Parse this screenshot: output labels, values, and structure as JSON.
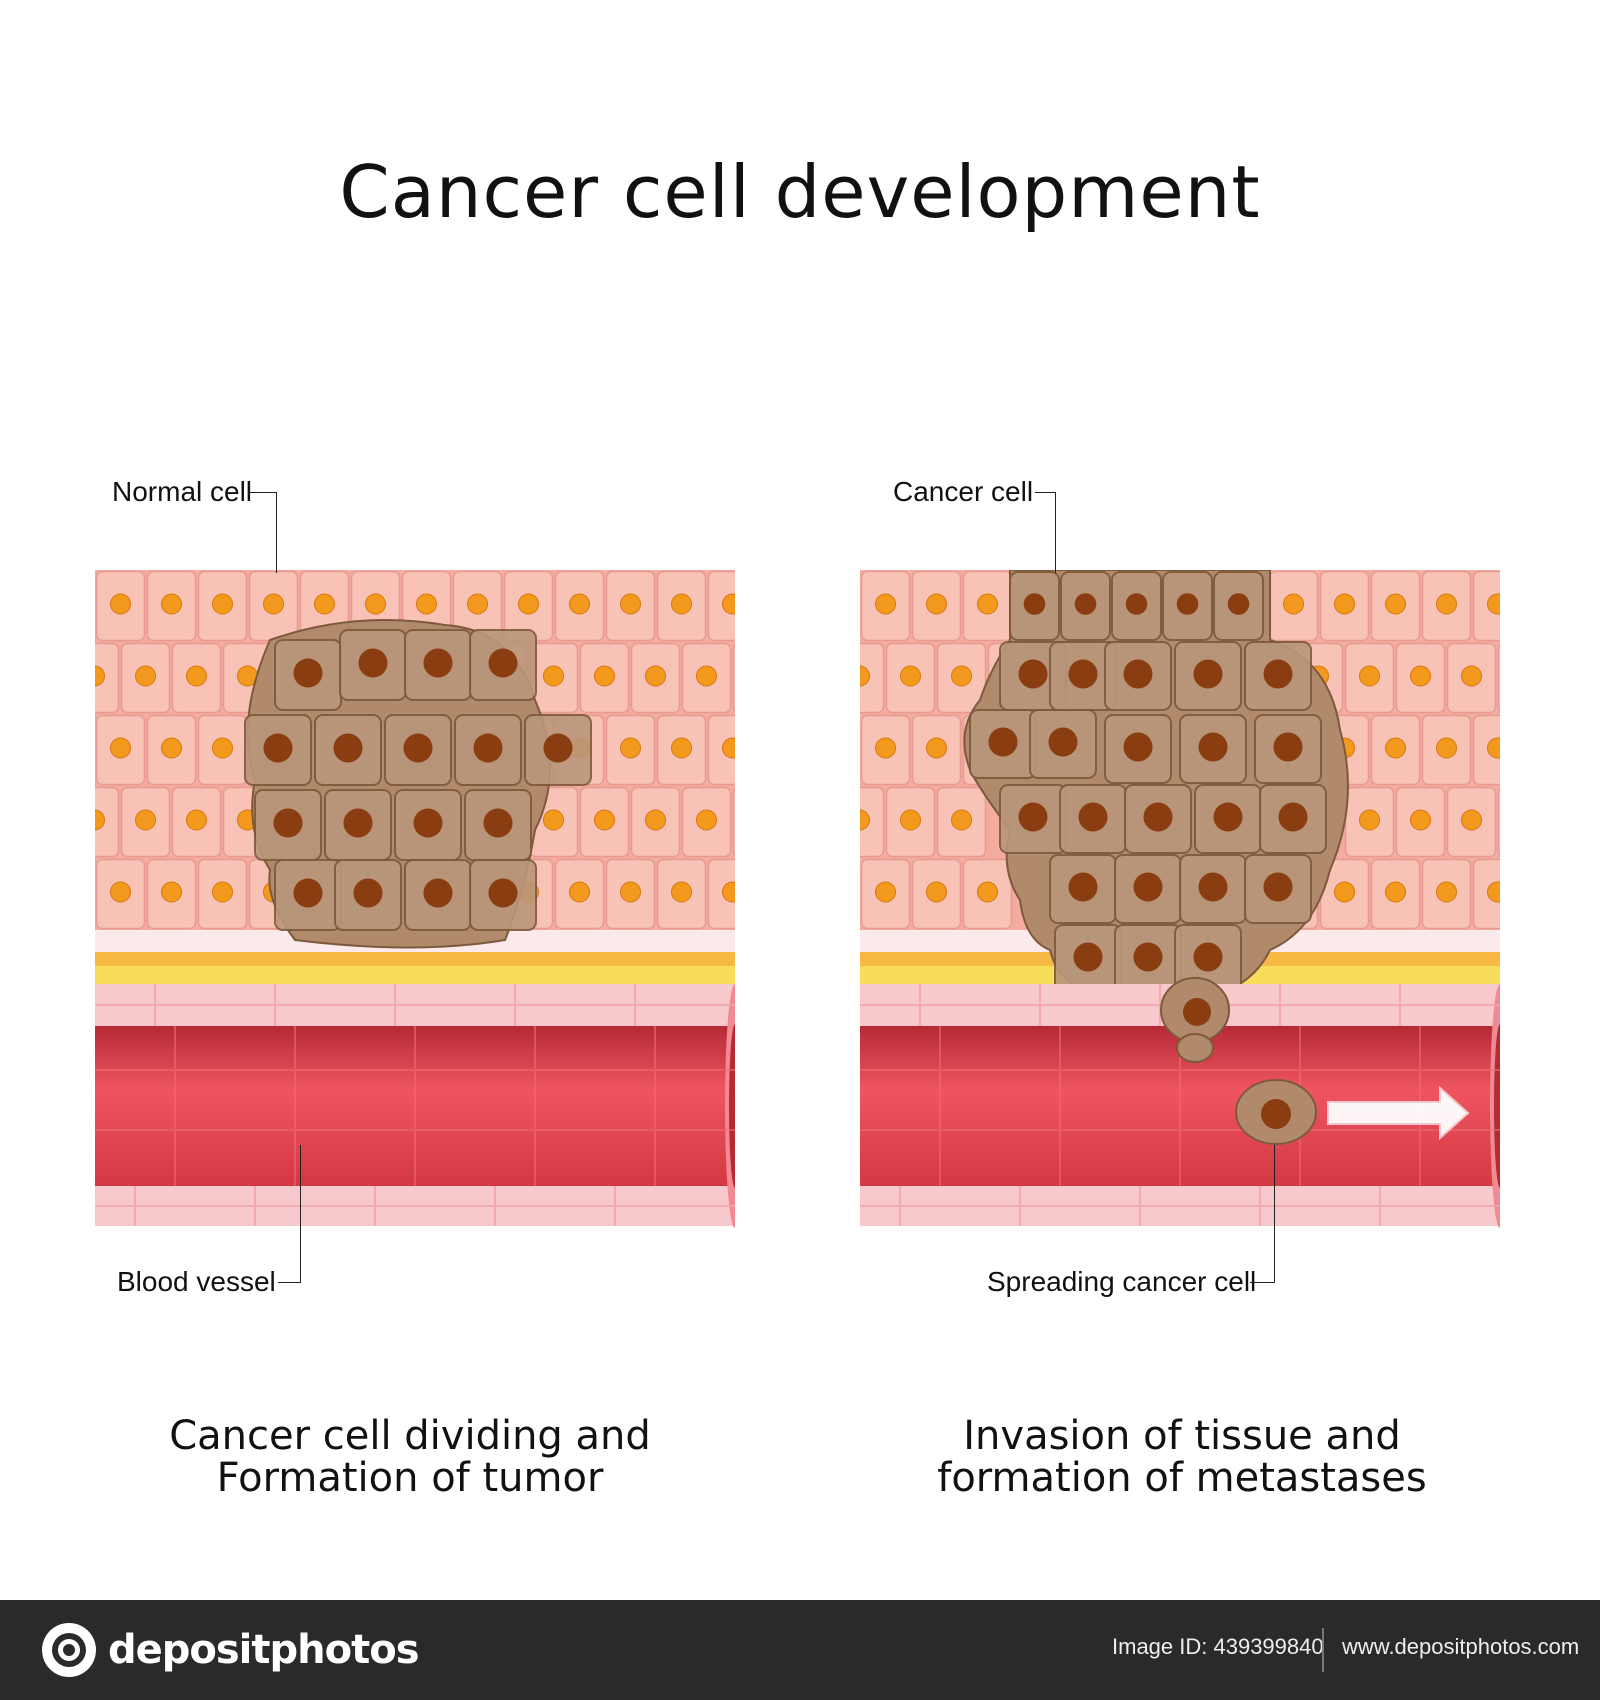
{
  "title": "Cancer cell development",
  "left_panel": {
    "label_top": "Normal cell",
    "label_bottom": "Blood vessel",
    "caption_line1": "Cancer cell dividing and",
    "caption_line2": "Formation of tumor"
  },
  "right_panel": {
    "label_top": "Cancer cell",
    "label_bottom": "Spreading cancer cell",
    "caption_line1": "Invasion of tissue and",
    "caption_line2": "formation of metastases"
  },
  "footer": {
    "brand": "depositphotos",
    "image_id": "Image ID: 439399840",
    "url": "www.depositphotos.com"
  },
  "colors": {
    "normal_cell": "#f9c2b6",
    "normal_nucleus": "#f39a1e",
    "cancer_cell": "#b08a6a",
    "cancer_nucleus": "#8a3d10",
    "vessel": "#e8454f",
    "vessel_wall": "#f7c8cc",
    "membrane": "#f7dd5a"
  }
}
